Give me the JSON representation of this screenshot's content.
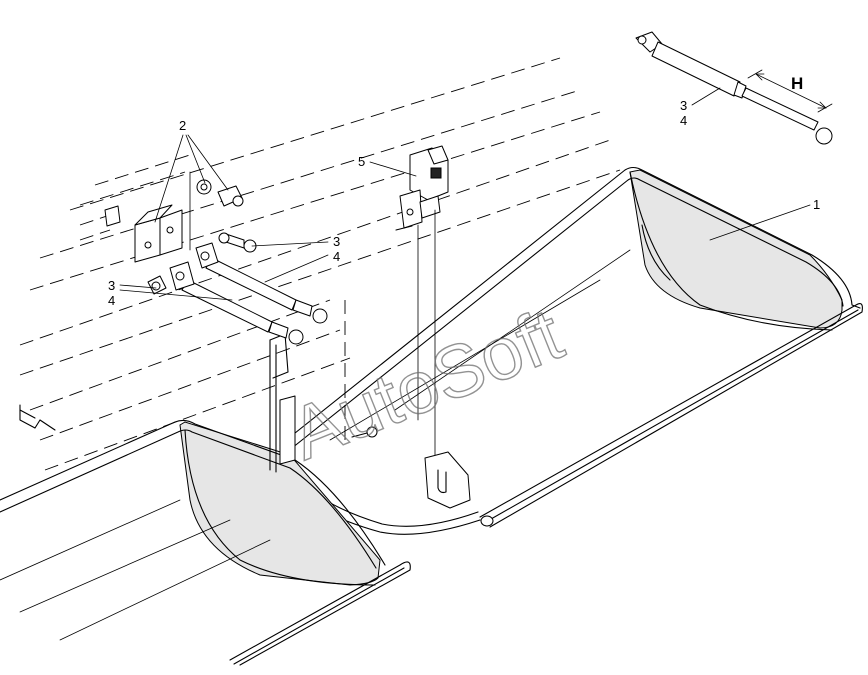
{
  "diagram": {
    "callouts": [
      {
        "id": "c1",
        "label": "1"
      },
      {
        "id": "c2",
        "label": "2"
      },
      {
        "id": "c3a",
        "label": "3"
      },
      {
        "id": "c4a",
        "label": "4"
      },
      {
        "id": "c3b",
        "label": "3"
      },
      {
        "id": "c4b",
        "label": "4"
      },
      {
        "id": "c3c",
        "label": "3"
      },
      {
        "id": "c4c",
        "label": "4"
      },
      {
        "id": "c5",
        "label": "5"
      }
    ],
    "dimension_label": "H",
    "watermark": "AutoSoft"
  }
}
